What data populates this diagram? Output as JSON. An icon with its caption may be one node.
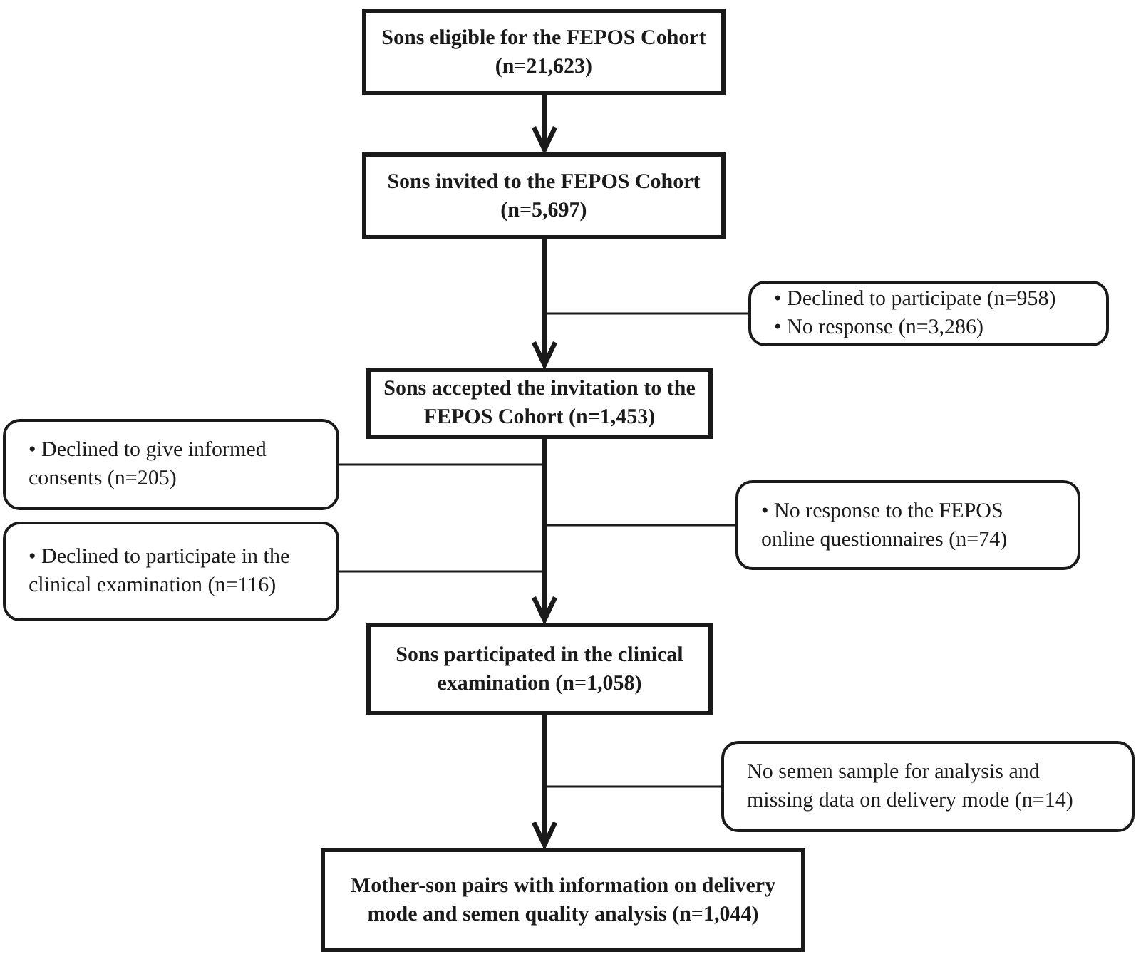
{
  "diagram": {
    "nodes": [
      {
        "text": [
          "Sons eligible for the FEPOS Cohort (n=21,623)"
        ]
      },
      {
        "text": [
          "Sons invited to the FEPOS Cohort (n=5,697)"
        ]
      },
      {
        "text": [
          "• Declined to participate (n=958)",
          "• No response (n=3,286)"
        ]
      },
      {
        "text": [
          "Sons accepted the invitation to the FEPOS Cohort (n=1,453)"
        ]
      },
      {
        "text": [
          "• Declined to give informed consents (n=205)"
        ]
      },
      {
        "text": [
          "• No response to the FEPOS online questionnaires (n=74)"
        ]
      },
      {
        "text": [
          "• Declined to participate in the clinical examination (n=116)"
        ]
      },
      {
        "text": [
          "Sons participated in the clinical examination (n=1,058)"
        ]
      },
      {
        "text": [
          "No semen sample for analysis and missing data on delivery mode (n=14)"
        ]
      },
      {
        "text": [
          "Mother-son pairs with information on delivery mode and semen quality analysis (n=1,044)"
        ]
      }
    ],
    "edges": [
      {
        "from": 0,
        "to": 1,
        "arrow": "to",
        "style": "thick"
      },
      {
        "from": 1,
        "to": 3,
        "arrow": "to",
        "style": "thick"
      },
      {
        "from": 1,
        "to": 2,
        "arrow": "none"
      },
      {
        "from": 3,
        "to": 7,
        "arrow": "to",
        "style": "thick"
      },
      {
        "from": 3,
        "to": 4,
        "arrow": "none"
      },
      {
        "from": 3,
        "to": 5,
        "arrow": "none"
      },
      {
        "from": 3,
        "to": 6,
        "arrow": "none"
      },
      {
        "from": 7,
        "to": 9,
        "arrow": "to",
        "style": "thick"
      },
      {
        "from": 7,
        "to": 8,
        "arrow": "none"
      }
    ]
  }
}
